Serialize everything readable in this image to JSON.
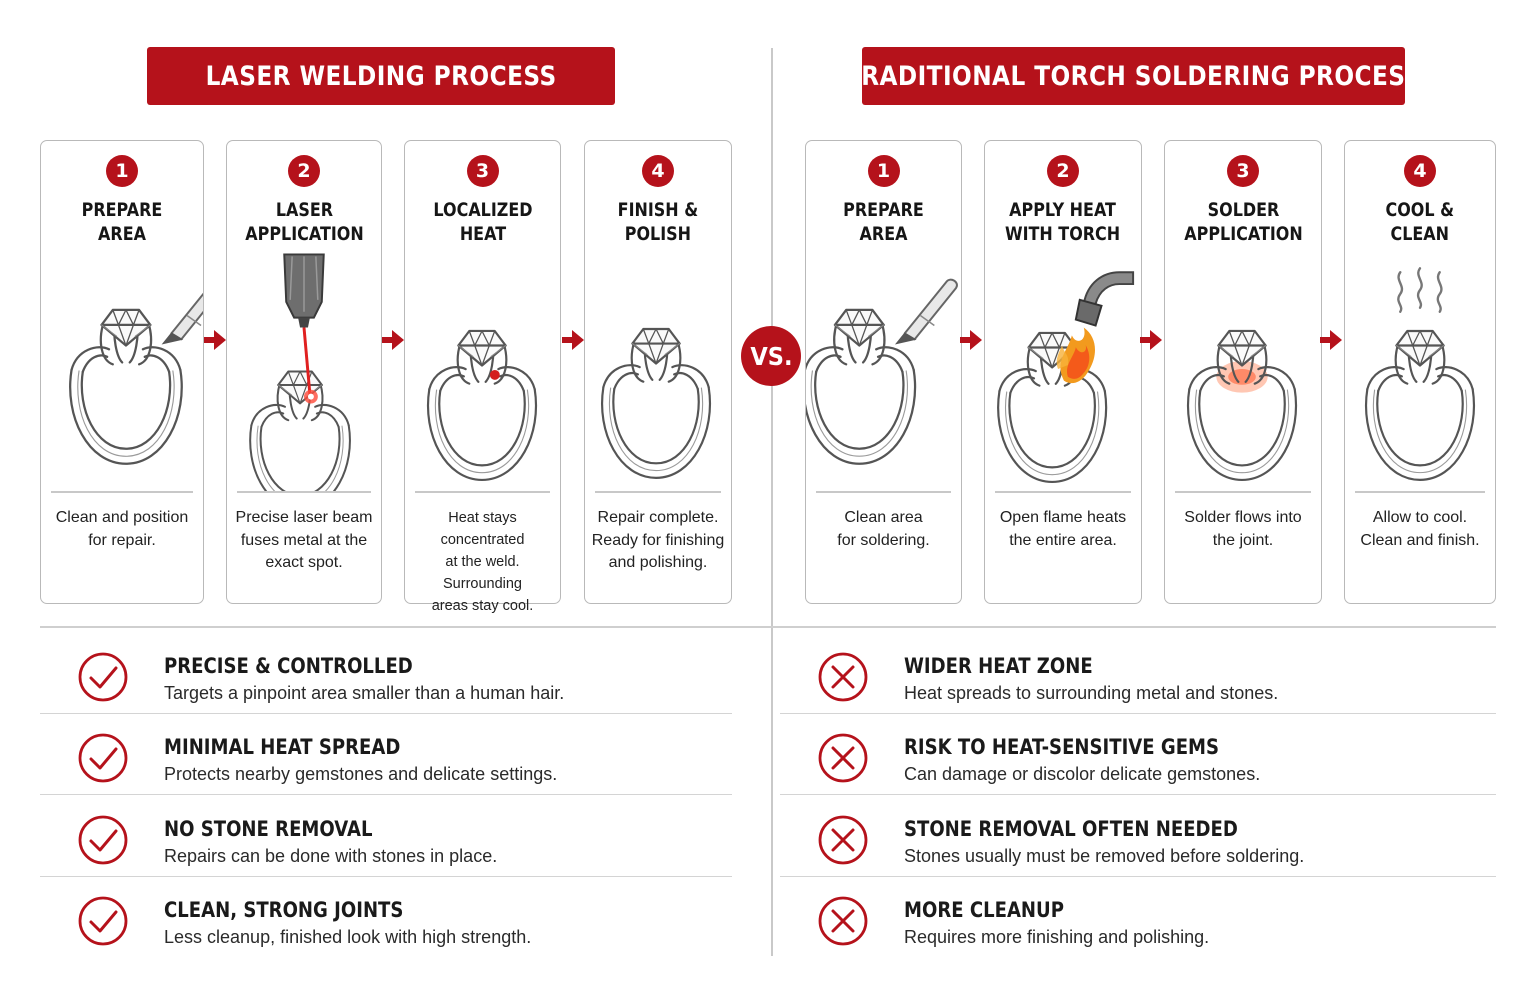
{
  "colors": {
    "accent": "#b5121b",
    "border": "#b9b9b9",
    "text": "#1a1a1a"
  },
  "left": {
    "banner": "LASER WELDING PROCESS",
    "steps": [
      {
        "number": "1",
        "title": "PREPARE AREA",
        "desc": "Clean and position\nfor repair.",
        "icon": "ring-with-stylus-icon"
      },
      {
        "number": "2",
        "title": "LASER\nAPPLICATION",
        "desc": "Precise laser beam\nfuses metal at the\nexact spot.",
        "icon": "laser-beam-ring-icon"
      },
      {
        "number": "3",
        "title": "LOCALIZED\nHEAT",
        "desc": "Heat stays concentrated\nat the weld. Surrounding\nareas stay cool.",
        "icon": "ring-weld-spot-icon"
      },
      {
        "number": "4",
        "title": "FINISH &\nPOLISH",
        "desc": "Repair complete.\nReady for finishing\nand polishing.",
        "icon": "polished-ring-icon"
      }
    ],
    "features": [
      {
        "title": "PRECISE & CONTROLLED",
        "desc": "Targets a pinpoint area smaller than a human hair.",
        "icon": "check-circle-icon"
      },
      {
        "title": "MINIMAL HEAT SPREAD",
        "desc": "Protects nearby gemstones and delicate settings.",
        "icon": "check-circle-icon"
      },
      {
        "title": "NO STONE REMOVAL",
        "desc": "Repairs can be done with stones in place.",
        "icon": "check-circle-icon"
      },
      {
        "title": "CLEAN, STRONG JOINTS",
        "desc": "Less cleanup, finished look with high strength.",
        "icon": "check-circle-icon"
      }
    ]
  },
  "vs_label": "VS.",
  "right": {
    "banner": "TRADITIONAL TORCH SOLDERING PROCESS",
    "steps": [
      {
        "number": "1",
        "title": "PREPARE AREA",
        "desc": "Clean area\nfor soldering.",
        "icon": "ring-with-stylus-icon"
      },
      {
        "number": "2",
        "title": "APPLY HEAT\nWITH TORCH",
        "desc": "Open flame heats\nthe entire area.",
        "icon": "torch-flame-ring-icon"
      },
      {
        "number": "3",
        "title": "SOLDER\nAPPLICATION",
        "desc": "Solder flows into\nthe joint.",
        "icon": "solder-glow-ring-icon"
      },
      {
        "number": "4",
        "title": "COOL &\nCLEAN",
        "desc": "Allow to cool.\nClean and finish.",
        "icon": "cooling-ring-icon"
      }
    ],
    "features": [
      {
        "title": "WIDER HEAT ZONE",
        "desc": "Heat spreads to surrounding metal and stones.",
        "icon": "x-circle-icon"
      },
      {
        "title": "RISK TO HEAT-SENSITIVE GEMS",
        "desc": "Can damage or discolor delicate gemstones.",
        "icon": "x-circle-icon"
      },
      {
        "title": "STONE REMOVAL OFTEN NEEDED",
        "desc": "Stones usually must be removed before soldering.",
        "icon": "x-circle-icon"
      },
      {
        "title": "MORE CLEANUP",
        "desc": "Requires more finishing and polishing.",
        "icon": "x-circle-icon"
      }
    ]
  }
}
